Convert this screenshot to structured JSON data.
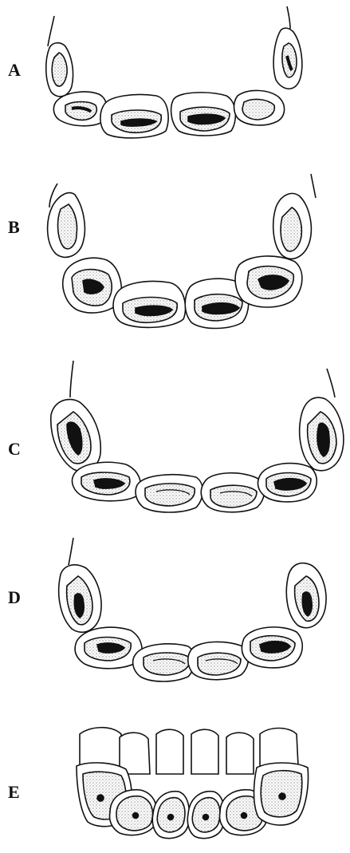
{
  "panels": [
    {
      "id": "A",
      "label": "A"
    },
    {
      "id": "B",
      "label": "B"
    },
    {
      "id": "C",
      "label": "C"
    },
    {
      "id": "D",
      "label": "D"
    },
    {
      "id": "E",
      "label": "E"
    }
  ],
  "colors": {
    "ink": "#111111",
    "stipple": "#555555",
    "paper": "#ffffff"
  }
}
